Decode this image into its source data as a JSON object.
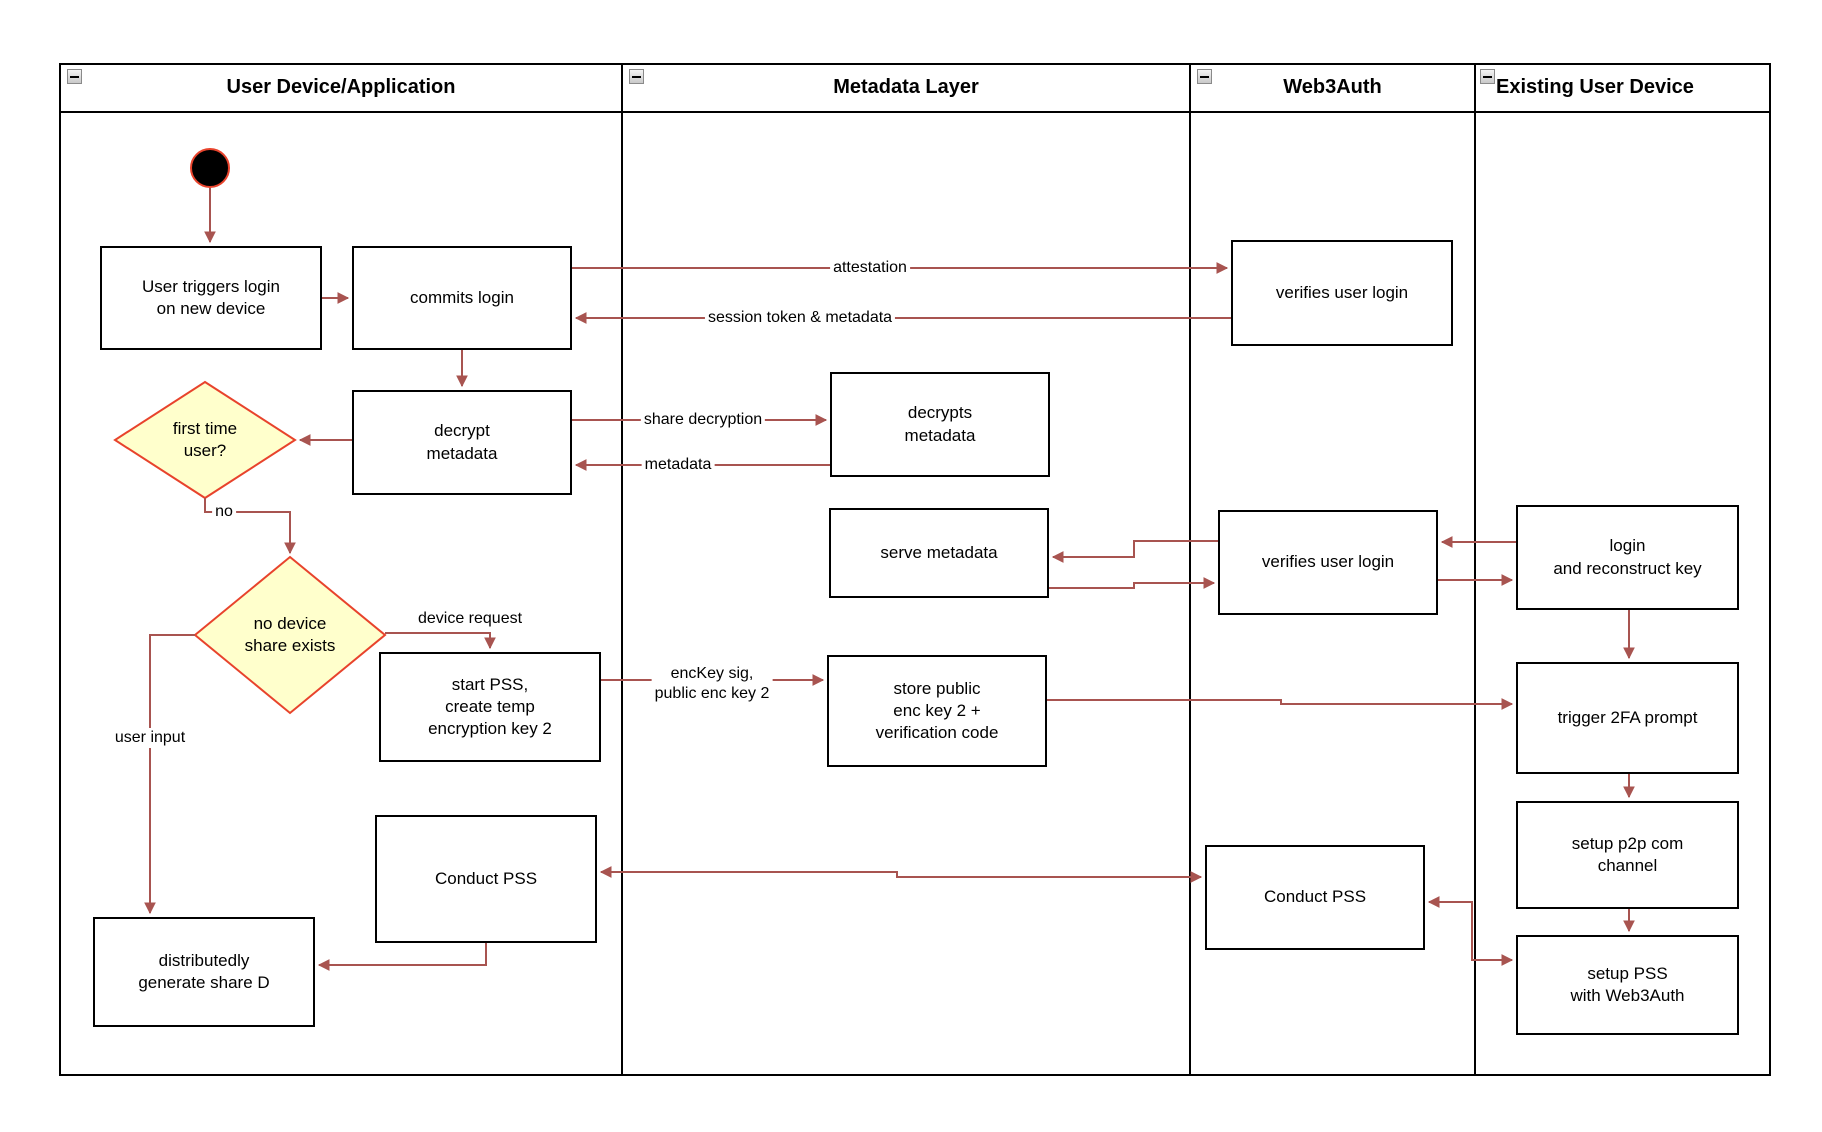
{
  "lanes": [
    {
      "label": "User Device/Application"
    },
    {
      "label": "Metadata Layer"
    },
    {
      "label": "Web3Auth"
    },
    {
      "label": "Existing User Device"
    }
  ],
  "nodes": {
    "user_triggers": {
      "label": "User triggers login\non new device"
    },
    "commits_login": {
      "label": "commits login"
    },
    "decrypt_metadata": {
      "label": "decrypt\nmetadata"
    },
    "first_time_user": {
      "label": "first time\nuser?"
    },
    "no_device_share": {
      "label": "no device\nshare exists"
    },
    "start_pss": {
      "label": "start PSS,\ncreate temp\nencryption key 2"
    },
    "conduct_pss_device": {
      "label": "Conduct PSS"
    },
    "generate_share_d": {
      "label": "distributedly\ngenerate share D"
    },
    "decrypts_metadata": {
      "label": "decrypts\nmetadata"
    },
    "serve_metadata": {
      "label": "serve metadata"
    },
    "store_public_key": {
      "label": "store public\nenc key 2 +\nverification code"
    },
    "verifies_login_top": {
      "label": "verifies user login"
    },
    "verifies_login_mid": {
      "label": "verifies user login"
    },
    "conduct_pss_web3": {
      "label": "Conduct PSS"
    },
    "login_reconstruct": {
      "label": "login\nand reconstruct key"
    },
    "trigger_2fa": {
      "label": "trigger 2FA prompt"
    },
    "setup_p2p": {
      "label": "setup p2p com\nchannel"
    },
    "setup_pss_web3auth": {
      "label": "setup PSS\nwith Web3Auth"
    }
  },
  "edge_labels": {
    "attestation": "attestation",
    "session_token": "session token & metadata",
    "share_decryption": "share decryption",
    "metadata": "metadata",
    "no": "no",
    "device_request": "device request",
    "enckey_sig": "encKey sig,\npublic enc key 2",
    "user_input": "user input"
  },
  "colors": {
    "arrow": "#a85450",
    "decision_fill": "#ffffcc",
    "decision_stroke": "#e8432c",
    "start_fill": "#000000",
    "frame": "#000000"
  }
}
